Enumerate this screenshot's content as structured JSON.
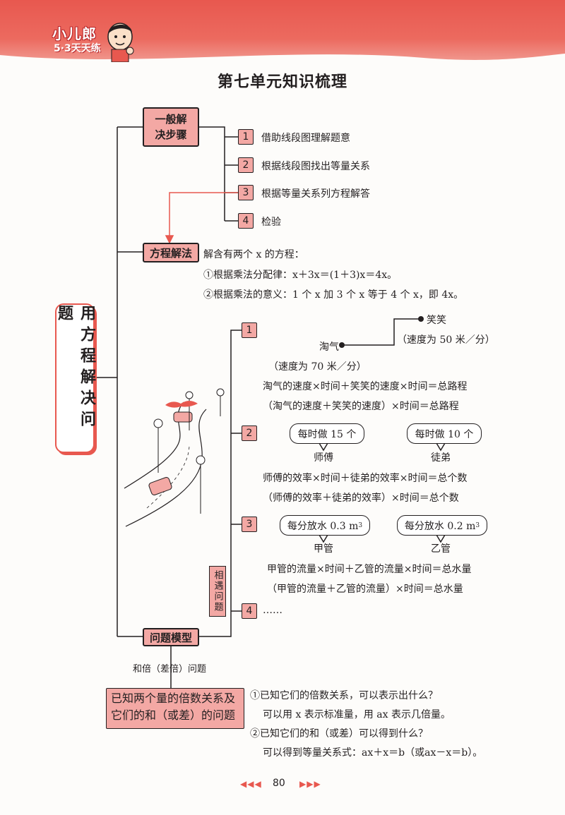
{
  "header": {
    "brand_main": "小儿郎",
    "brand_sub": "5·3天天练"
  },
  "title": "第七单元知识梳理",
  "root": "用方程解决问题",
  "steps": {
    "label": "一般解决步骤",
    "items": [
      {
        "num": "1",
        "text": "借助线段图理解题意"
      },
      {
        "num": "2",
        "text": "根据线段图找出等量关系"
      },
      {
        "num": "3",
        "text": "根据等量关系列方程解答"
      },
      {
        "num": "4",
        "text": "检验"
      }
    ]
  },
  "method": {
    "label": "方程解法",
    "intro": "解含有两个 x 的方程：",
    "line1": "①根据乘法分配律：x＋3x＝(1＋3)x＝4x。",
    "line2": "②根据乘法的意义：1 个 x 加 3 个 x 等于 4 个 x，即 4x。"
  },
  "models": {
    "label": "问题模型",
    "meet_label": "相遇问题",
    "m1": {
      "num": "1",
      "name_a": "淘气",
      "name_b": "笑笑",
      "speed_b": "（速度为 50 米／分）",
      "speed_a": "（速度为 70 米／分）",
      "eq1": "淘气的速度×时间＋笑笑的速度×时间＝总路程",
      "eq2": "（淘气的速度＋笑笑的速度）×时间＝总路程"
    },
    "m2": {
      "num": "2",
      "bubble_a": "每时做 15 个",
      "label_a": "师傅",
      "bubble_b": "每时做 10 个",
      "label_b": "徒弟",
      "eq1": "师傅的效率×时间＋徒弟的效率×时间＝总个数",
      "eq2": "（师傅的效率＋徒弟的效率）×时间＝总个数"
    },
    "m3": {
      "num": "3",
      "bubble_a": "每分放水 0.3 m",
      "label_a": "甲管",
      "bubble_b": "每分放水 0.2 m",
      "label_b": "乙管",
      "unit_exp": "3",
      "eq1": "甲管的流量×时间＋乙管的流量×时间＝总水量",
      "eq2": "（甲管的流量＋乙管的流量）×时间＝总水量"
    },
    "m4": {
      "num": "4",
      "text": "……"
    },
    "times_label": "和倍（差倍）问题",
    "times_box": "已知两个量的倍数关系及它们的和（或差）的问题",
    "q1": "①已知它们的倍数关系，可以表示出什么？",
    "a1": "可以用 x 表示标准量，用 ax 表示几倍量。",
    "q2": "②已知它们的和（或差）可以得到什么？",
    "a2": "可以得到等量关系式：ax＋x＝b（或ax－x＝b）。"
  },
  "footer": {
    "page": "80"
  },
  "colors": {
    "accent": "#e8584f",
    "box_fill": "#f3a8a4"
  }
}
